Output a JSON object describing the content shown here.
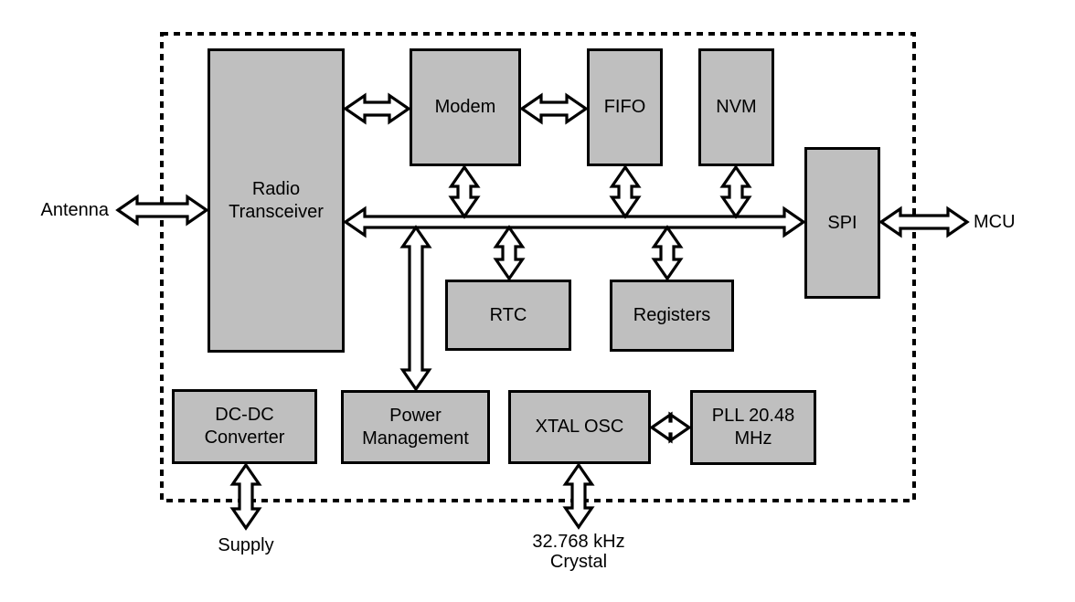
{
  "diagram": {
    "description": "Radio transceiver chip block diagram",
    "colors": {
      "background": "#ffffff",
      "block_fill": "#bfbfbf",
      "block_border": "#000000",
      "arrow_fill": "#ffffff",
      "arrow_stroke": "#000000",
      "boundary_stroke": "#000000"
    },
    "boundary_style": "dashed",
    "blocks": [
      {
        "id": "radio-transceiver",
        "label": "Radio\nTransceiver"
      },
      {
        "id": "modem",
        "label": "Modem"
      },
      {
        "id": "fifo",
        "label": "FIFO"
      },
      {
        "id": "nvm",
        "label": "NVM"
      },
      {
        "id": "spi",
        "label": "SPI"
      },
      {
        "id": "rtc",
        "label": "RTC"
      },
      {
        "id": "registers",
        "label": "Registers"
      },
      {
        "id": "dc-dc-converter",
        "label": "DC-DC\nConverter"
      },
      {
        "id": "power-management",
        "label": "Power\nManagement"
      },
      {
        "id": "xtal-osc",
        "label": "XTAL OSC"
      },
      {
        "id": "pll",
        "label": "PLL 20.48\nMHz"
      }
    ],
    "external_labels": [
      {
        "id": "antenna",
        "label": "Antenna"
      },
      {
        "id": "mcu",
        "label": "MCU"
      },
      {
        "id": "supply",
        "label": "Supply"
      },
      {
        "id": "crystal",
        "label": "32.768 kHz\nCrystal"
      }
    ],
    "connections": [
      {
        "id": "antenna-radio-transceiver",
        "from": "antenna",
        "to": "radio-transceiver",
        "bidirectional": true,
        "style": "hollow-double-arrow"
      },
      {
        "id": "radio-transceiver-modem",
        "from": "radio-transceiver",
        "to": "modem",
        "bidirectional": true,
        "style": "hollow-double-arrow"
      },
      {
        "id": "modem-fifo",
        "from": "modem",
        "to": "fifo",
        "bidirectional": true,
        "style": "hollow-double-arrow"
      },
      {
        "id": "radio-transceiver-spi-bus",
        "from": "radio-transceiver",
        "to": "spi",
        "bidirectional": true,
        "style": "hollow-double-arrow-bus"
      },
      {
        "id": "modem-bus",
        "from": "modem",
        "to": "internal-bus",
        "bidirectional": true,
        "style": "hollow-double-arrow"
      },
      {
        "id": "fifo-bus",
        "from": "fifo",
        "to": "internal-bus",
        "bidirectional": true,
        "style": "hollow-double-arrow"
      },
      {
        "id": "nvm-bus",
        "from": "nvm",
        "to": "internal-bus",
        "bidirectional": true,
        "style": "hollow-double-arrow"
      },
      {
        "id": "bus-rtc",
        "from": "internal-bus",
        "to": "rtc",
        "bidirectional": true,
        "style": "hollow-double-arrow"
      },
      {
        "id": "bus-registers",
        "from": "internal-bus",
        "to": "registers",
        "bidirectional": true,
        "style": "hollow-double-arrow"
      },
      {
        "id": "bus-power-management",
        "from": "internal-bus",
        "to": "power-management",
        "bidirectional": true,
        "style": "hollow-double-arrow"
      },
      {
        "id": "spi-mcu",
        "from": "spi",
        "to": "mcu",
        "bidirectional": true,
        "style": "hollow-double-arrow"
      },
      {
        "id": "dc-dc-converter-supply",
        "from": "dc-dc-converter",
        "to": "supply",
        "bidirectional": true,
        "style": "hollow-double-arrow"
      },
      {
        "id": "xtal-osc-crystal",
        "from": "xtal-osc",
        "to": "crystal",
        "bidirectional": true,
        "style": "hollow-double-arrow"
      },
      {
        "id": "xtal-osc-pll",
        "from": "xtal-osc",
        "to": "pll",
        "bidirectional": true,
        "style": "hollow-double-arrow"
      }
    ]
  }
}
